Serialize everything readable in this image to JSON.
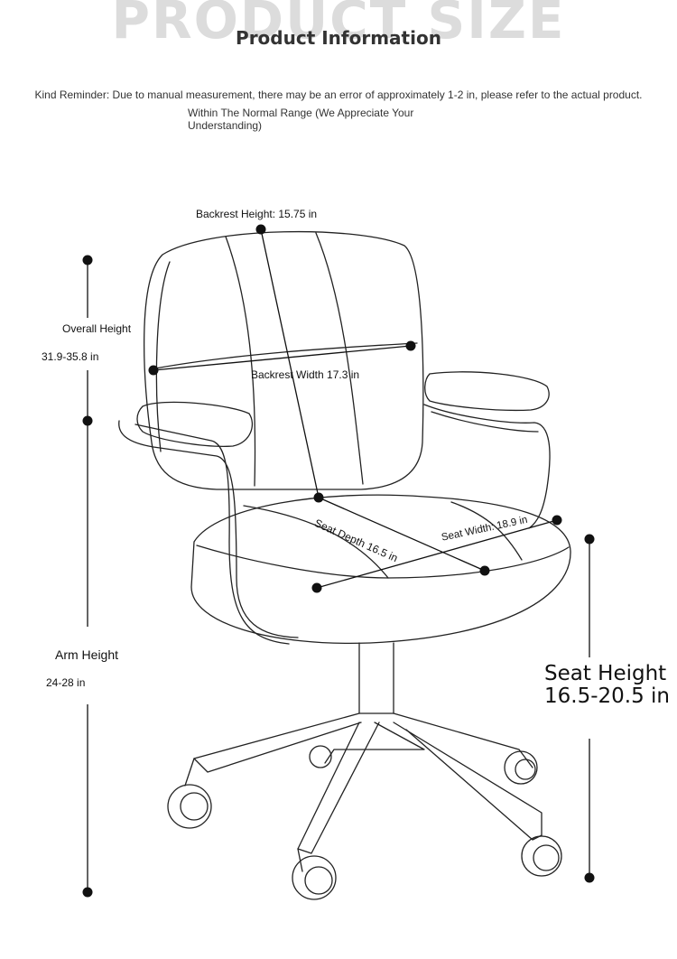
{
  "header": {
    "background_title": "PRODUCT SIZE",
    "title": "Product Information"
  },
  "reminder": {
    "line1": "Kind Reminder: Due to manual measurement, there may be an error of approximately 1-2 in, please refer to the actual product.",
    "line2": "Within The Normal Range (We Appreciate Your Understanding)"
  },
  "dimensions": {
    "backrest_height": "Backrest Height: 15.75 in",
    "backrest_width": "Backrest Width 17.3 in",
    "overall_height_label": "Overall Height",
    "overall_height_value": "31.9-35.8 in",
    "arm_height_label": "Arm Height",
    "arm_height_value": "24-28 in",
    "seat_depth": "Seat Depth 16.5 in",
    "seat_width": "Seat Width: 18.9 in",
    "seat_height": "Seat Height 16.5-20.5 in"
  },
  "colors": {
    "line": "#222222",
    "background_title": "#dcdcdc"
  }
}
